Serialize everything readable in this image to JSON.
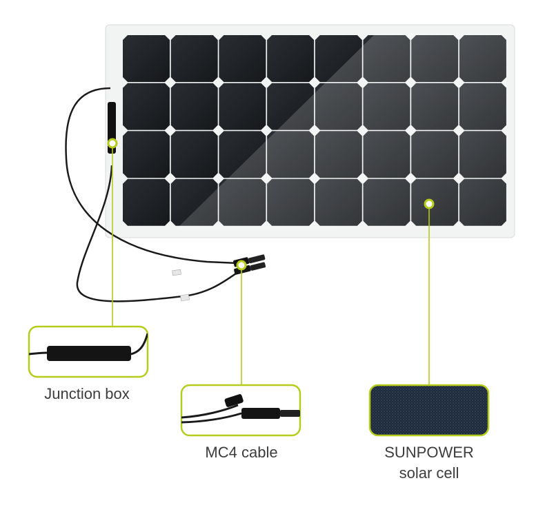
{
  "panel": {
    "rows": 4,
    "cols": 8,
    "cell_color": "#1f2226",
    "frame_color": "#f2f3f3"
  },
  "colors": {
    "accent": "#b5cc1a",
    "cable": "#1a1a1a",
    "caption_text": "#3c3c3c"
  },
  "callouts": {
    "junction_box": {
      "label": "Junction box"
    },
    "mc4_cable": {
      "label": "MC4 cable"
    },
    "solar_cell": {
      "line1": "SUNPOWER",
      "line2": "solar cell"
    }
  }
}
